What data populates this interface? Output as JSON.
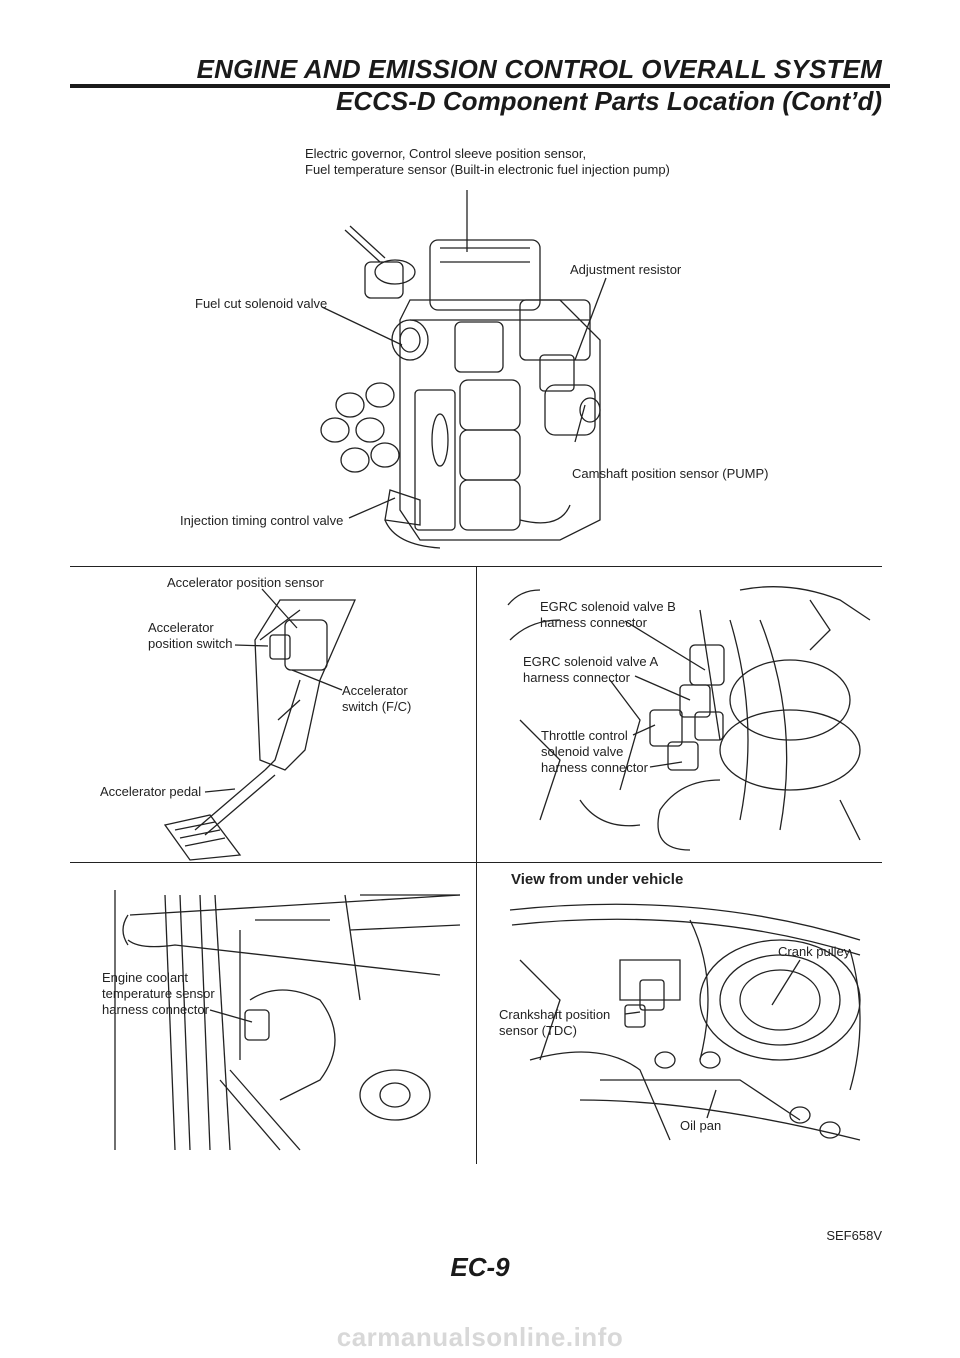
{
  "header": {
    "title": "ENGINE AND EMISSION CONTROL OVERALL SYSTEM",
    "subtitle": "ECCS-D Component Parts Location (Cont’d)"
  },
  "pump_figure": {
    "labels": {
      "electric_governor_line1": "Electric governor, Control sleeve position sensor,",
      "electric_governor_line2": "Fuel temperature sensor (Built-in electronic fuel injection pump)",
      "adjustment_resistor": "Adjustment resistor",
      "fuel_cut_solenoid": "Fuel cut solenoid valve",
      "camshaft_sensor": "Camshaft position sensor (PUMP)",
      "injection_timing": "Injection timing control valve"
    }
  },
  "pedal_figure": {
    "labels": {
      "accel_position_sensor": "Accelerator position sensor",
      "accel_position_switch_line1": "Accelerator",
      "accel_position_switch_line2": "position switch",
      "accel_switch_line1": "Accelerator",
      "accel_switch_line2": "switch (F/C)",
      "accel_pedal": "Accelerator pedal"
    }
  },
  "egrc_figure": {
    "labels": {
      "egrc_b_line1": "EGRC solenoid valve B",
      "egrc_b_line2": "harness connector",
      "egrc_a_line1": "EGRC solenoid valve A",
      "egrc_a_line2": "harness connector",
      "throttle_line1": "Throttle control",
      "throttle_line2": "solenoid valve",
      "throttle_line3": "harness connector"
    }
  },
  "coolant_figure": {
    "labels": {
      "coolant_line1": "Engine coolant",
      "coolant_line2": "temperature sensor",
      "coolant_line3": "harness connector"
    }
  },
  "crank_figure": {
    "heading": "View from under vehicle",
    "labels": {
      "crank_pulley": "Crank pulley",
      "crankshaft_line1": "Crankshaft position",
      "crankshaft_line2": "sensor (TDC)",
      "oil_pan": "Oil pan"
    }
  },
  "footer": {
    "figure_code": "SEF658V",
    "page_number": "EC-9",
    "watermark": "carmanualsonline.info"
  }
}
